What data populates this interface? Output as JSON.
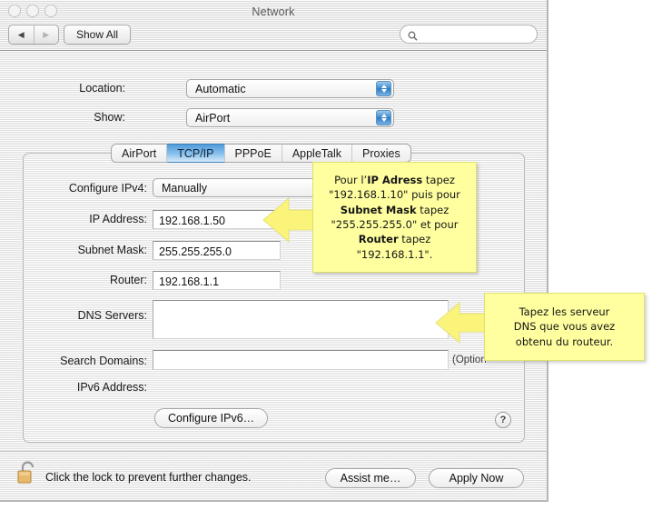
{
  "window": {
    "title": "Network",
    "toolbar": {
      "back_label": "◀",
      "forward_label": "▶",
      "show_all_label": "Show All",
      "search_placeholder": "",
      "search_value": ""
    }
  },
  "form": {
    "location_label": "Location:",
    "location_value": "Automatic",
    "show_label": "Show:",
    "show_value": "AirPort"
  },
  "tabs": [
    {
      "label": "AirPort",
      "active": false
    },
    {
      "label": "TCP/IP",
      "active": true
    },
    {
      "label": "PPPoE",
      "active": false
    },
    {
      "label": "AppleTalk",
      "active": false
    },
    {
      "label": "Proxies",
      "active": false
    }
  ],
  "tcpip": {
    "configure_ipv4_label": "Configure IPv4:",
    "configure_ipv4_value": "Manually",
    "ip_address_label": "IP Address:",
    "ip_address_value": "192.168.1.50",
    "subnet_mask_label": "Subnet Mask:",
    "subnet_mask_value": "255.255.255.0",
    "router_label": "Router:",
    "router_value": "192.168.1.1",
    "dns_servers_label": "DNS Servers:",
    "dns_servers_value": "",
    "search_domains_label": "Search Domains:",
    "search_domains_value": "",
    "search_domains_optional": "(Option",
    "ipv6_address_label": "IPv6 Address:",
    "ipv6_address_value": "",
    "configure_ipv6_button": "Configure IPv6…",
    "help_button": "?"
  },
  "bottom": {
    "lock_text": "Click the lock to prevent further changes.",
    "assist_button": "Assist me…",
    "apply_button": "Apply Now"
  },
  "callouts": {
    "ip": {
      "line1_a": "Pour l’",
      "line1_b": "IP Adress",
      "line1_c": " tapez",
      "line2": "\"192.168.1.10\" puis pour",
      "line3_b": "Subnet Mask",
      "line3_c": " tapez",
      "line4": "\"255.255.255.0\" et pour",
      "line5_b": "Router",
      "line5_c": " tapez",
      "line6": "\"192.168.1.1\"."
    },
    "dns": {
      "line1": "Tapez les serveur",
      "line2": "DNS que vous avez",
      "line3": "obtenu du routeur."
    }
  },
  "colors": {
    "callout_bg": "#ffffa0",
    "arrow_fill": "#faf47a",
    "tab_active": "#4f9bdb"
  }
}
